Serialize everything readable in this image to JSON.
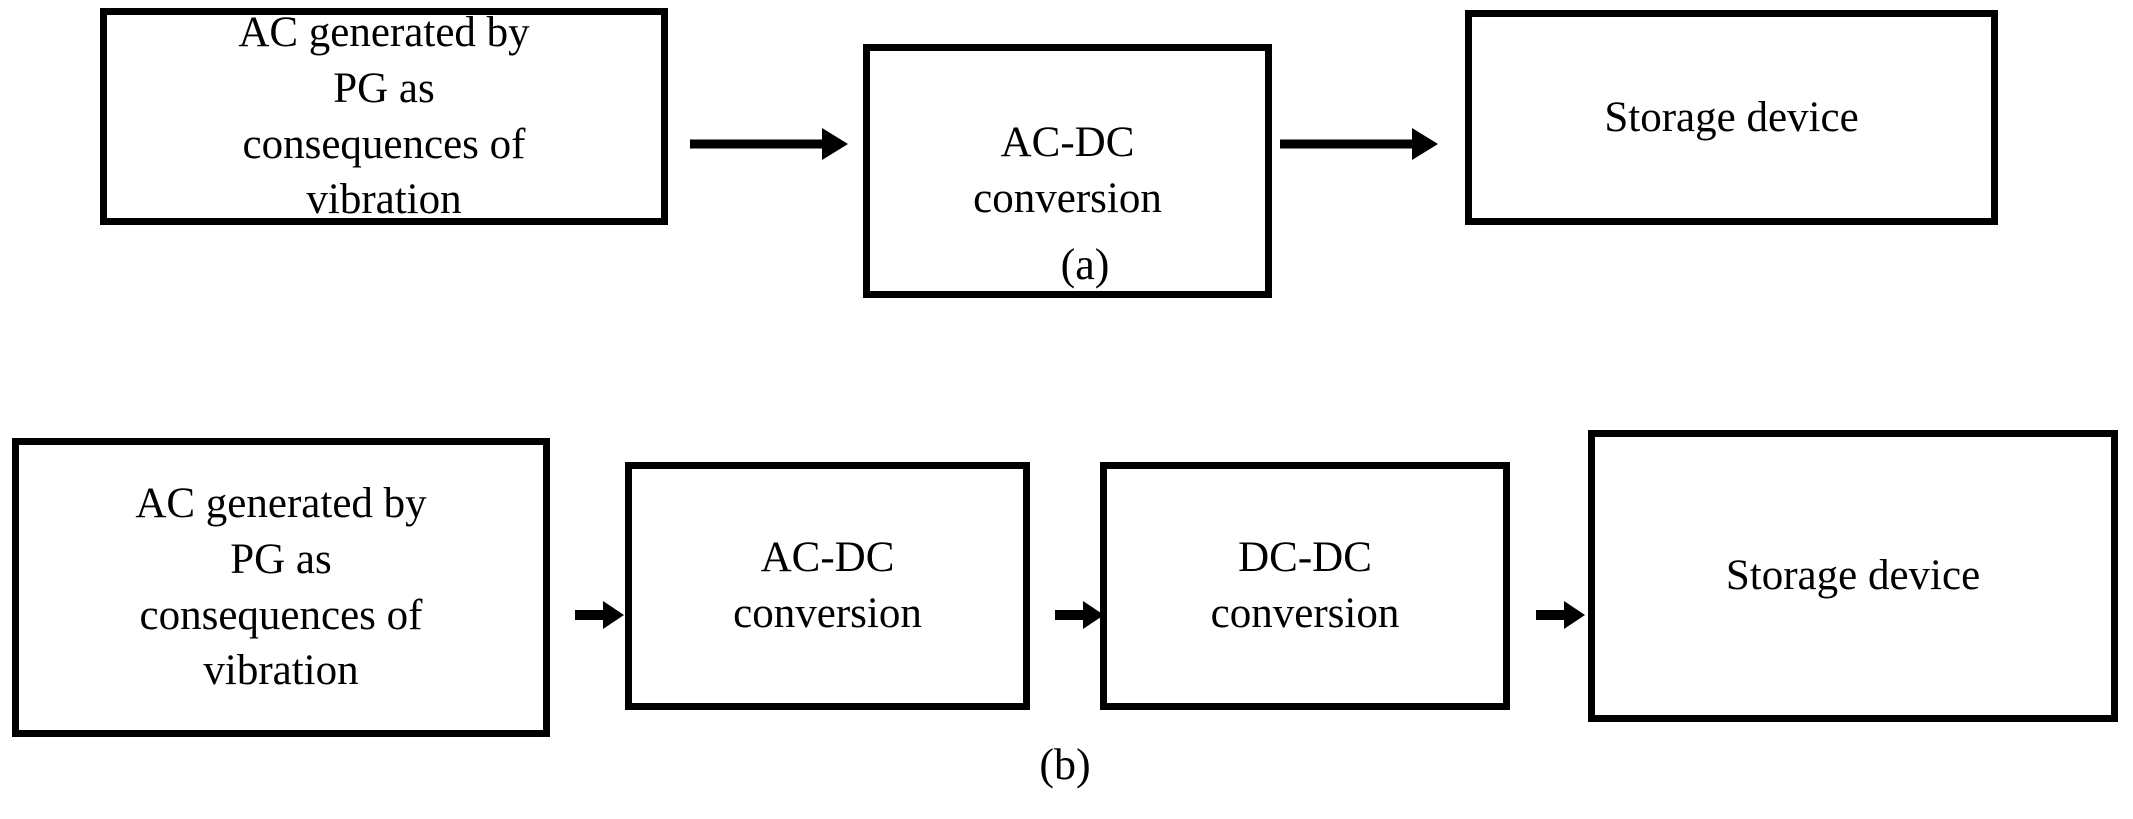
{
  "figure": {
    "title": "Power management block diagrams for piezoelectric generator energy harvesting",
    "background_color": "#ffffff",
    "line_color": "#000000",
    "text_color": "#000000"
  },
  "panels": [
    {
      "id": "a",
      "label": "(a)",
      "blocks": [
        {
          "name": "source",
          "text": "AC generated by\nPG as\nconsequences of\nvibration"
        },
        {
          "name": "ac-dc-conversion",
          "text": "AC-DC\nconversion"
        },
        {
          "name": "storage-device",
          "text": "Storage device"
        }
      ],
      "arrows": [
        {
          "name": "arrow-source-to-acdc",
          "glyph": "right-arrow"
        },
        {
          "name": "arrow-acdc-to-storage",
          "glyph": "right-arrow"
        }
      ]
    },
    {
      "id": "b",
      "label": "(b)",
      "blocks": [
        {
          "name": "source",
          "text": "AC generated by\nPG as\nconsequences of\nvibration"
        },
        {
          "name": "ac-dc-conversion",
          "text": "AC-DC\nconversion"
        },
        {
          "name": "dc-dc-conversion",
          "text": "DC-DC\nconversion"
        },
        {
          "name": "storage-device",
          "text": "Storage device"
        }
      ],
      "arrows": [
        {
          "name": "arrow-source-to-acdc",
          "glyph": "right-arrow"
        },
        {
          "name": "arrow-acdc-to-dcdc",
          "glyph": "right-arrow"
        },
        {
          "name": "arrow-dcdc-to-storage",
          "glyph": "right-arrow"
        }
      ]
    }
  ]
}
